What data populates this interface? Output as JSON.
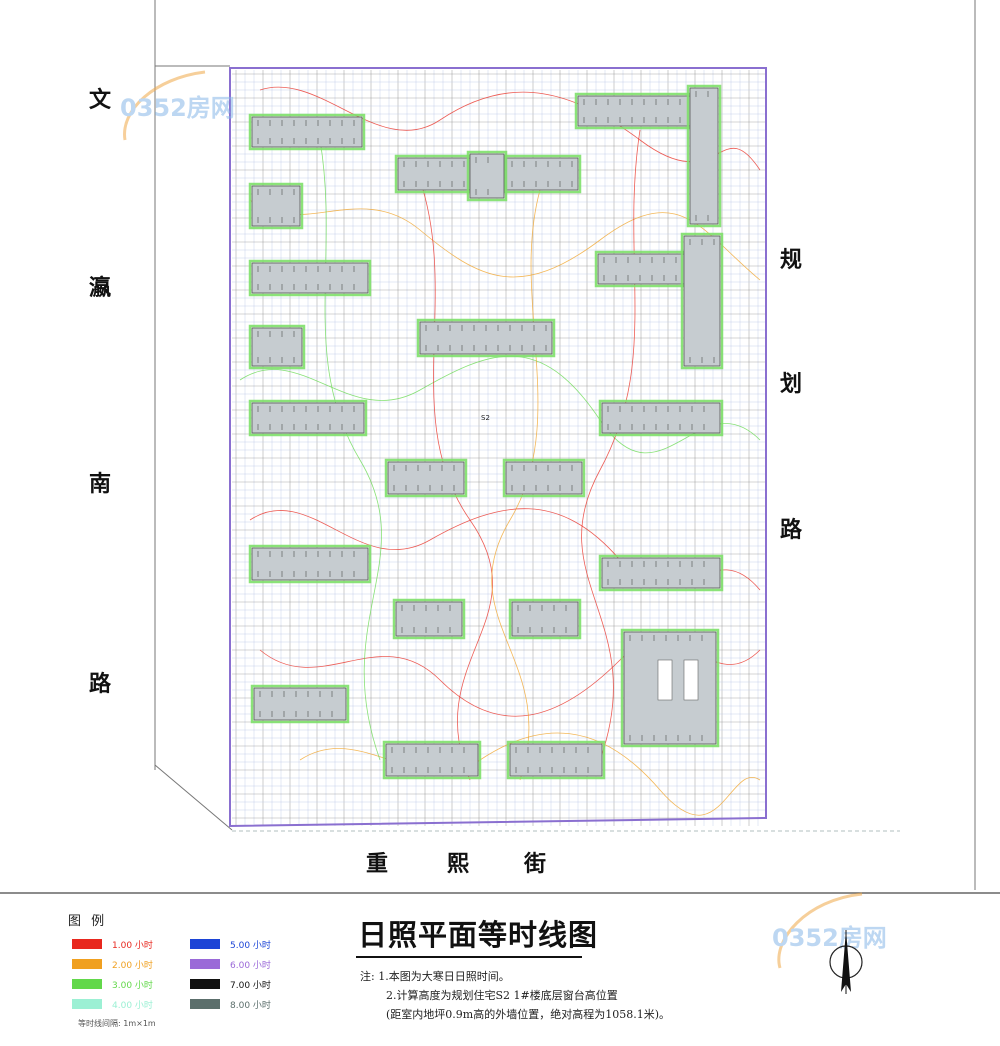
{
  "roads": {
    "west": "文瀛南路",
    "east": "规划路",
    "south": "重熙街"
  },
  "site": {
    "label": "S2"
  },
  "title": "日照平面等时线图",
  "legend": {
    "title": "图 例",
    "items": [
      {
        "label": "1.00 小时",
        "color": "#e8281e"
      },
      {
        "label": "2.00 小时",
        "color": "#f0a020"
      },
      {
        "label": "3.00 小时",
        "color": "#62d84a"
      },
      {
        "label": "4.00 小时",
        "color": "#9cf0d4"
      },
      {
        "label": "5.00 小时",
        "color": "#1c44d6"
      },
      {
        "label": "6.00 小时",
        "color": "#9a6ad8"
      },
      {
        "label": "7.00 小时",
        "color": "#111111"
      },
      {
        "label": "8.00 小时",
        "color": "#5c6f6c"
      }
    ],
    "scale_note": "等时线间隔: 1m×1m"
  },
  "notes": [
    "注: 1.本图为大寒日日照时间。",
    "2.计算高度为规划住宅S2 1#楼底层窗台高位置",
    "(距室内地坪0.9m高的外墙位置，绝对高程为1058.1米)。"
  ],
  "watermark": {
    "text": "0352房网"
  },
  "colors": {
    "site_boundary": "#8a6fd0",
    "building_fill": "#c6ccd0",
    "building_frame": "#7ee06a",
    "grid_dark": "#6a6a6a",
    "grid_light": "#b9c6e6"
  }
}
